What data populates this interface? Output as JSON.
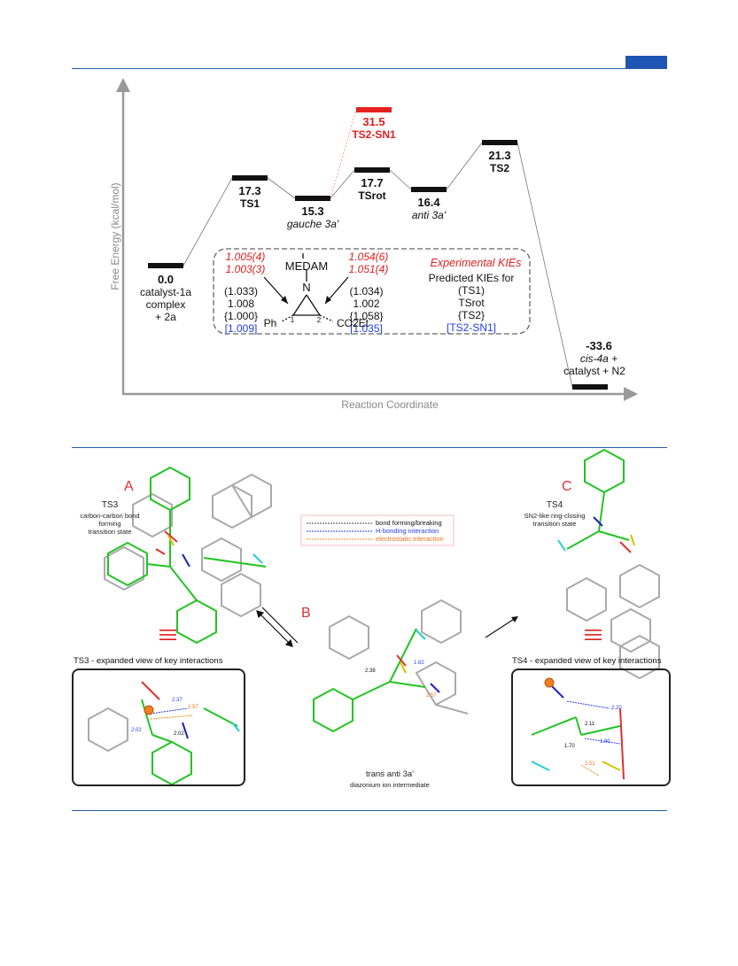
{
  "energy_diagram": {
    "y_axis_label": "Free Energy (kcal/mol)",
    "x_axis_label": "Reaction Coordinate",
    "states": [
      {
        "value": "0.0",
        "lines": [
          "catalyst-1a",
          "complex",
          "+ 2a"
        ]
      },
      {
        "value": "17.3",
        "lines": [
          "TS1"
        ]
      },
      {
        "value": "15.3",
        "lines": [
          "gauche 3a'"
        ]
      },
      {
        "value": "31.5",
        "lines": [
          "TS2-SN1"
        ]
      },
      {
        "value": "17.7",
        "lines": [
          "TSrot"
        ]
      },
      {
        "value": "16.4",
        "lines": [
          "anti 3a'"
        ]
      },
      {
        "value": "21.3",
        "lines": [
          "TS2"
        ]
      },
      {
        "value": "-33.6",
        "lines": [
          "cis-4a +",
          "catalyst + N2"
        ]
      }
    ],
    "kie_box": {
      "left_exp": [
        "1.005(4)",
        "1.003(3)"
      ],
      "right_exp": [
        "1.054(6)",
        "1.051(4)"
      ],
      "left_pred": [
        "(1.033)",
        "1.008",
        "{1.000}",
        "[1.009]"
      ],
      "right_pred": [
        "(1.034)",
        "1.002",
        "{1.058}",
        "[1.035]"
      ],
      "legend_title": "Experimental KIEs",
      "legend_lines": [
        "Predicted KIEs for",
        "(TS1)",
        "TSrot",
        "{TS2}",
        "[TS2-SN1]"
      ],
      "mol": {
        "n_label": "N",
        "sub": "MEDAM",
        "left": "Ph",
        "right": "CO2Et",
        "c1": "1",
        "c2": "2"
      }
    }
  },
  "structures": {
    "A": {
      "letter": "A",
      "title": "TS3",
      "desc": [
        "carbon-carbon bond",
        "forming",
        "transition state"
      ]
    },
    "B": {
      "letter": "B",
      "title": "trans anti 3a'",
      "desc": [
        "diazonium ion intermediate"
      ]
    },
    "C": {
      "letter": "C",
      "title": "TS4",
      "desc": [
        "SN2-like ring-closing",
        "transition state"
      ]
    },
    "legend": [
      "bond forming/breaking",
      "H-bonding interaction",
      "electrostatic interaction"
    ],
    "ts3_caption": "TS3 - expanded view of key interactions",
    "ts4_caption": "TS4 - expanded view of key interactions",
    "dist_A": [
      "2.37",
      "2.57",
      "2.02",
      "2.02"
    ],
    "dist_B": [
      "2.38",
      "1.82",
      "2.57"
    ],
    "dist_C": [
      "2.20",
      "2.11",
      "1.90",
      "1.70",
      "2.51"
    ],
    "equiv": "|||"
  }
}
